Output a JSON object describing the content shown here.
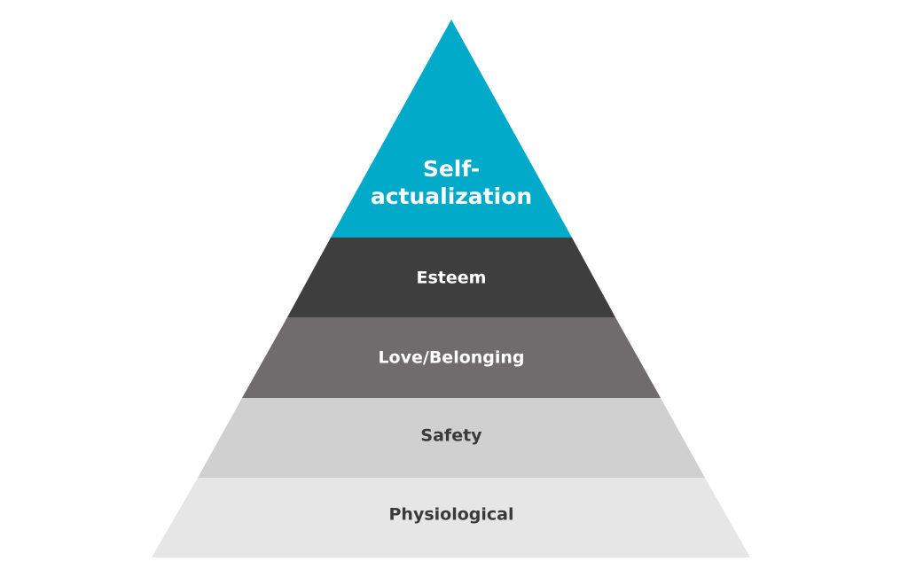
{
  "diagram": {
    "tiers": [
      {
        "lines": [
          "Self-",
          "actualization"
        ],
        "fill": "#00aac8",
        "text_color": "#ffffff"
      },
      {
        "lines": [
          "Esteem"
        ],
        "fill": "#3f3e3f",
        "text_color": "#ffffff"
      },
      {
        "lines": [
          "Love/Belonging"
        ],
        "fill": "#706c6d",
        "text_color": "#ffffff"
      },
      {
        "lines": [
          "Safety"
        ],
        "fill": "#d0d0d0",
        "text_color": "#3a3a3a"
      },
      {
        "lines": [
          "Physiological"
        ],
        "fill": "#e6e6e6",
        "text_color": "#3a3a3a"
      }
    ]
  }
}
